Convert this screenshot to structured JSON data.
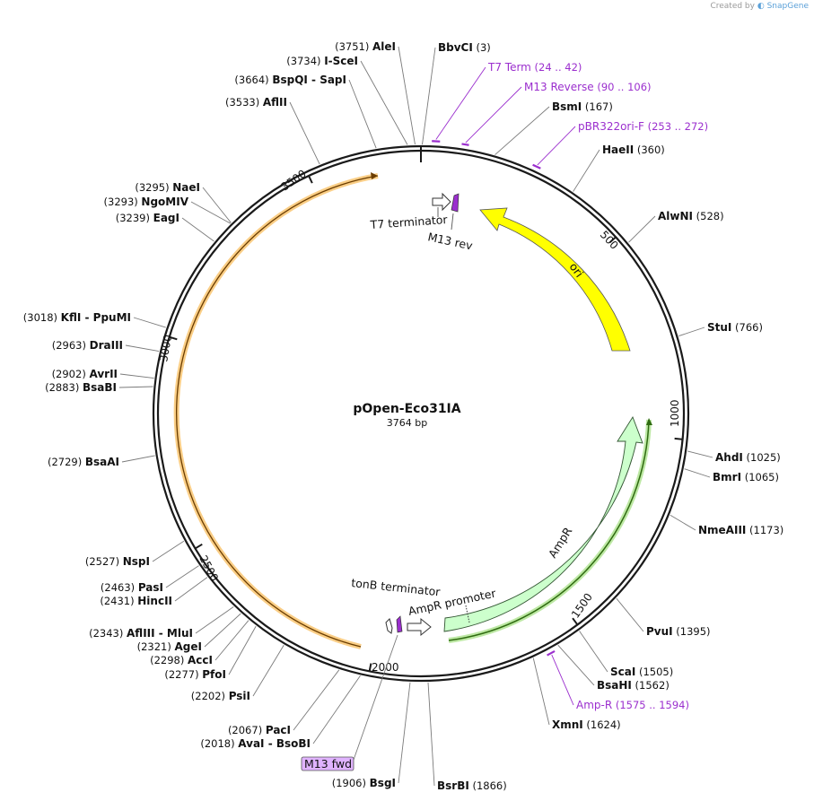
{
  "credit": {
    "prefix": "Created by",
    "brand": "SnapGene"
  },
  "plasmid": {
    "name": "pOpen-Eco31IA",
    "length": "3764 bp",
    "length_bp": 3764
  },
  "colors": {
    "backbone": "#1a1a1a",
    "ori": "#ffff00",
    "ampr": "#ccffcc",
    "ampr_outline": "#335533",
    "orange_feature": "#f5a623",
    "green_feature": "#3a7d1a",
    "primer": "#9b2fce",
    "terminator_fill": "#ffffff",
    "promoter_fill": "#ffffff",
    "primer_box": "#e0b3ff"
  },
  "ticks": [
    {
      "label": "500",
      "pos": 500
    },
    {
      "label": "1000",
      "pos": 1000
    },
    {
      "label": "1500",
      "pos": 1500
    },
    {
      "label": "2000",
      "pos": 2000
    },
    {
      "label": "2500",
      "pos": 2500
    },
    {
      "label": "3000",
      "pos": 3000
    },
    {
      "label": "3500",
      "pos": 3500
    }
  ],
  "features": [
    {
      "id": "ori",
      "label": "ori",
      "type": "ori"
    },
    {
      "id": "ampr",
      "label": "AmpR",
      "type": "cds"
    },
    {
      "id": "ampr-promoter",
      "label": "AmpR promoter",
      "type": "promoter"
    },
    {
      "id": "tonb-terminator",
      "label": "tonB terminator",
      "type": "terminator"
    },
    {
      "id": "t7-terminator",
      "label": "T7 terminator",
      "type": "terminator"
    },
    {
      "id": "m13-rev",
      "label": "M13 rev",
      "type": "primer_bind"
    },
    {
      "id": "m13-fwd",
      "label": "M13 fwd",
      "type": "primer_bind_box"
    }
  ],
  "primers": [
    {
      "name": "T7 Term",
      "range": "(24 .. 42)"
    },
    {
      "name": "M13 Reverse",
      "range": "(90 .. 106)"
    },
    {
      "name": "pBR322ori-F",
      "range": "(253 .. 272)"
    },
    {
      "name": "Amp-R",
      "range": "(1575 .. 1594)"
    }
  ],
  "sites": [
    {
      "name": "BbvCI",
      "pos": "(3)"
    },
    {
      "name": "BsmI",
      "pos": "(167)"
    },
    {
      "name": "HaeII",
      "pos": "(360)"
    },
    {
      "name": "AlwNI",
      "pos": "(528)"
    },
    {
      "name": "StuI",
      "pos": "(766)"
    },
    {
      "name": "AhdI",
      "pos": "(1025)"
    },
    {
      "name": "BmrI",
      "pos": "(1065)"
    },
    {
      "name": "NmeAIII",
      "pos": "(1173)"
    },
    {
      "name": "PvuI",
      "pos": "(1395)"
    },
    {
      "name": "ScaI",
      "pos": "(1505)"
    },
    {
      "name": "BsaHI",
      "pos": "(1562)"
    },
    {
      "name": "XmnI",
      "pos": "(1624)"
    },
    {
      "name": "BsrBI",
      "pos": "(1866)"
    },
    {
      "name": "BsgI",
      "pos": "(1906)"
    },
    {
      "name": "AvaI - BsoBI",
      "pos": "(2018)"
    },
    {
      "name": "PacI",
      "pos": "(2067)"
    },
    {
      "name": "PsiI",
      "pos": "(2202)"
    },
    {
      "name": "PfoI",
      "pos": "(2277)"
    },
    {
      "name": "AccI",
      "pos": "(2298)"
    },
    {
      "name": "AgeI",
      "pos": "(2321)"
    },
    {
      "name": "AflIII - MluI",
      "pos": "(2343)"
    },
    {
      "name": "HincII",
      "pos": "(2431)"
    },
    {
      "name": "PasI",
      "pos": "(2463)"
    },
    {
      "name": "NspI",
      "pos": "(2527)"
    },
    {
      "name": "BsaAI",
      "pos": "(2729)"
    },
    {
      "name": "BsaBI",
      "pos": "(2883)"
    },
    {
      "name": "AvrII",
      "pos": "(2902)"
    },
    {
      "name": "DraIII",
      "pos": "(2963)"
    },
    {
      "name": "KflI - PpuMI",
      "pos": "(3018)"
    },
    {
      "name": "EagI",
      "pos": "(3239)"
    },
    {
      "name": "NgoMIV",
      "pos": "(3293)"
    },
    {
      "name": "NaeI",
      "pos": "(3295)"
    },
    {
      "name": "AflII",
      "pos": "(3533)"
    },
    {
      "name": "BspQI - SapI",
      "pos": "(3664)"
    },
    {
      "name": "I-SceI",
      "pos": "(3734)"
    },
    {
      "name": "AleI",
      "pos": "(3751)"
    }
  ]
}
